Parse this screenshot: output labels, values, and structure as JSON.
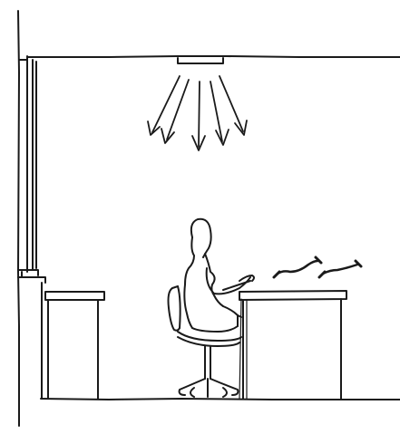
{
  "scene": {
    "description_elements": [
      "wall-outline",
      "ceiling-line",
      "floor-line",
      "ceiling-light-fixture",
      "light-rays",
      "window-frame",
      "low-cabinet",
      "seated-person",
      "office-chair",
      "desk",
      "floating-papers"
    ],
    "ink_color": "#1a1a1a",
    "background_color": "#ffffff",
    "light_ray_count": 5,
    "paper_count": 2
  }
}
